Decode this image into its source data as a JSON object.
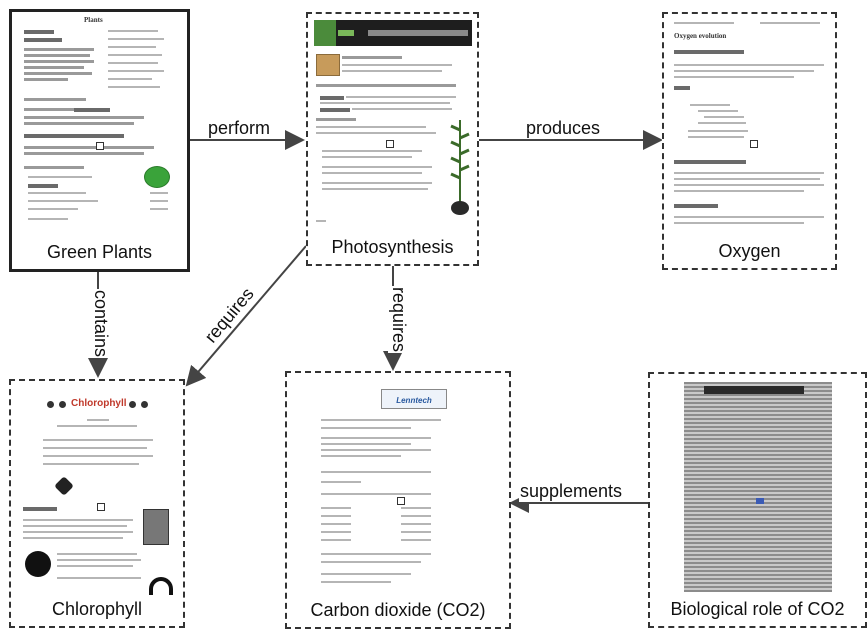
{
  "nodes": {
    "green_plants": {
      "label": "Green Plants",
      "page_title": "Plants"
    },
    "photosynthesis": {
      "label": "Photosynthesis"
    },
    "oxygen": {
      "label": "Oxygen",
      "page_title": "Oxygen evolution"
    },
    "chlorophyll": {
      "label": "Chlorophyll",
      "page_title": "Chlorophyll"
    },
    "carbon_dioxide": {
      "label": "Carbon dioxide (CO2)",
      "page_title": "Lenntech"
    },
    "bio_role": {
      "label": "Biological role of CO2"
    }
  },
  "edges": {
    "perform": "perform",
    "produces": "produces",
    "contains": "contains",
    "requires_left": "requires",
    "requires_down": "requires",
    "supplements": "supplements"
  },
  "colors": {
    "node_border": "#222222",
    "edge": "#444444",
    "accent_red": "#c0392b",
    "plant_green": "#3aa33a",
    "tree_green": "#3b6b2a"
  }
}
